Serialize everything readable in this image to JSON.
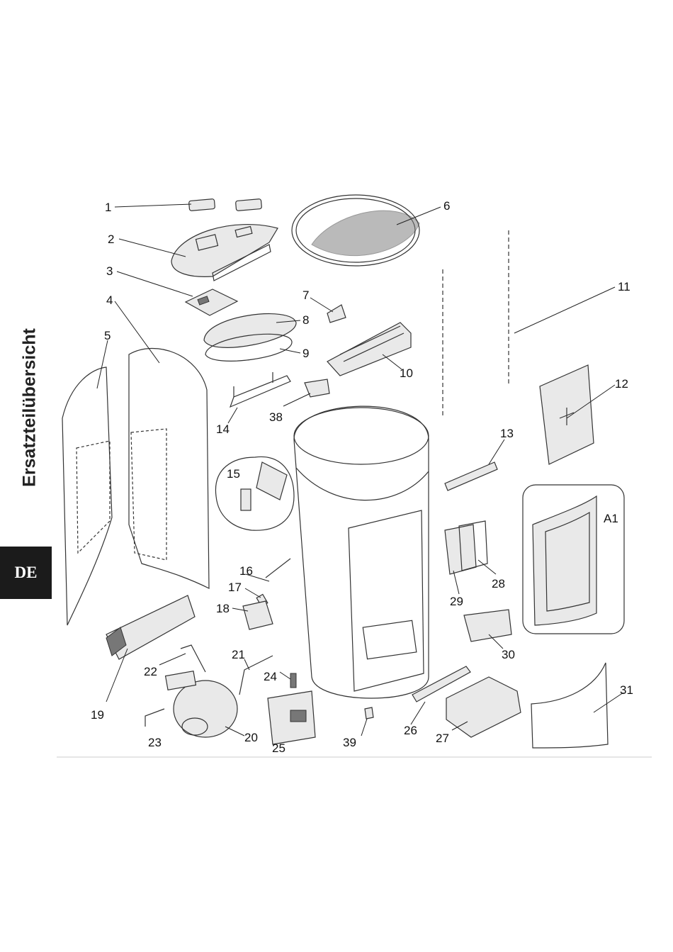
{
  "page": {
    "side_title": "Ersatzteilübersicht",
    "language_tab": "DE"
  },
  "diagram": {
    "labels": [
      "1",
      "2",
      "3",
      "4",
      "5",
      "6",
      "7",
      "8",
      "9",
      "10",
      "11",
      "12",
      "13",
      "14",
      "15",
      "16",
      "17",
      "18",
      "19",
      "20",
      "21",
      "22",
      "23",
      "24",
      "25",
      "26",
      "27",
      "28",
      "29",
      "30",
      "31",
      "38",
      "39",
      "A1"
    ]
  }
}
